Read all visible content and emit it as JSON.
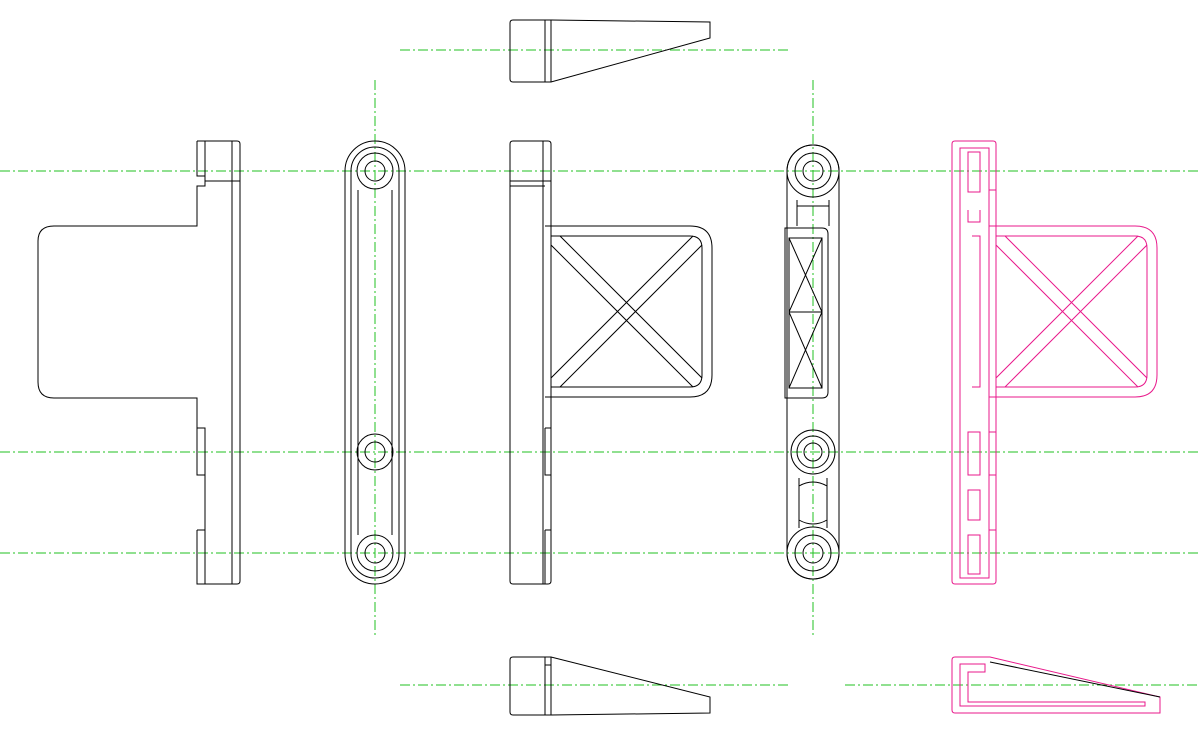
{
  "drawing": {
    "background": "#ffffff",
    "colors": {
      "outline": "#000000",
      "section": "#e8198b",
      "centerline": "#22c022"
    },
    "views": [
      "side-view",
      "front-view-lever",
      "side-view-with-bracket",
      "edge-view-top",
      "edge-view-bottom",
      "end-view",
      "section-view",
      "section-edge-view"
    ]
  }
}
